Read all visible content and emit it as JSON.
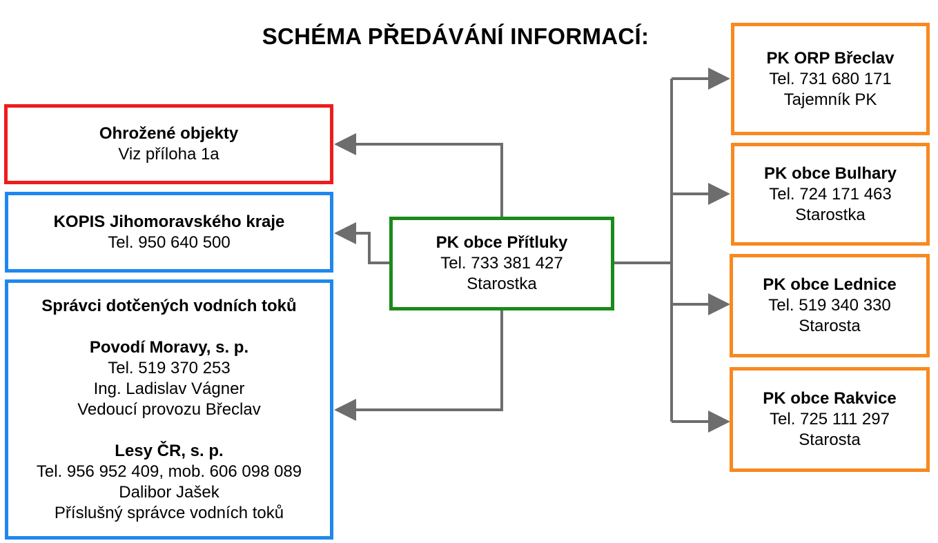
{
  "title": "SCHÉMA PŘEDÁVÁNÍ INFORMACÍ:",
  "colors": {
    "red": "#ee1c1c",
    "blue": "#1e88f0",
    "green": "#1a8a1a",
    "orange": "#f7891f",
    "arrow": "#6d6d6d"
  },
  "center": {
    "name": "PK obce Přítluky",
    "tel": "Tel. 733 381 427",
    "role": "Starostka"
  },
  "left": {
    "endangered": {
      "name": "Ohrožené objekty",
      "note": "Viz příloha 1a"
    },
    "kopis": {
      "name": "KOPIS Jihomoravského kraje",
      "tel": "Tel. 950 640 500"
    },
    "water": {
      "heading": "Správci dotčených vodních toků",
      "povodi": {
        "name": "Povodí Moravy, s. p.",
        "tel": "Tel. 519 370 253",
        "person": "Ing. Ladislav Vágner",
        "role": "Vedoucí provozu Břeclav"
      },
      "lesy": {
        "name": "Lesy ČR, s. p.",
        "tel": "Tel. 956 952 409, mob. 606 098 089",
        "person": "Dalibor Jašek",
        "role": "Příslušný správce vodních toků"
      }
    }
  },
  "right": [
    {
      "name": "PK ORP Břeclav",
      "tel": "Tel. 731 680 171",
      "role": "Tajemník PK"
    },
    {
      "name": "PK obce Bulhary",
      "tel": "Tel. 724 171 463",
      "role": "Starostka"
    },
    {
      "name": "PK obce Lednice",
      "tel": "Tel. 519 340 330",
      "role": "Starosta"
    },
    {
      "name": "PK obce Rakvice",
      "tel": "Tel. 725 111 297",
      "role": "Starosta"
    }
  ]
}
